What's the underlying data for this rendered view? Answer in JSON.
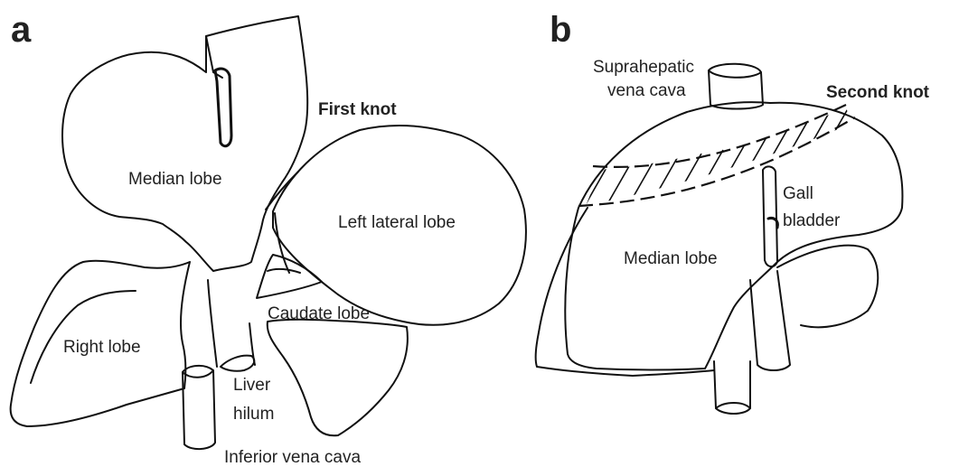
{
  "panel_a": {
    "letter": "a",
    "labels": {
      "first_knot": "First knot",
      "median_lobe": "Median lobe",
      "left_lateral_lobe": "Left lateral lobe",
      "caudate_lobe": "Caudate lobe",
      "right_lobe": "Right lobe",
      "liver_hilum_line1": "Liver",
      "liver_hilum_line2": "hilum",
      "inferior_vena_cava": "Inferior vena cava"
    }
  },
  "panel_b": {
    "letter": "b",
    "labels": {
      "suprahepatic_line1": "Suprahepatic",
      "suprahepatic_line2": "vena cava",
      "second_knot": "Second knot",
      "gall_line1": "Gall",
      "gall_line2": "bladder",
      "median_lobe": "Median lobe"
    }
  }
}
